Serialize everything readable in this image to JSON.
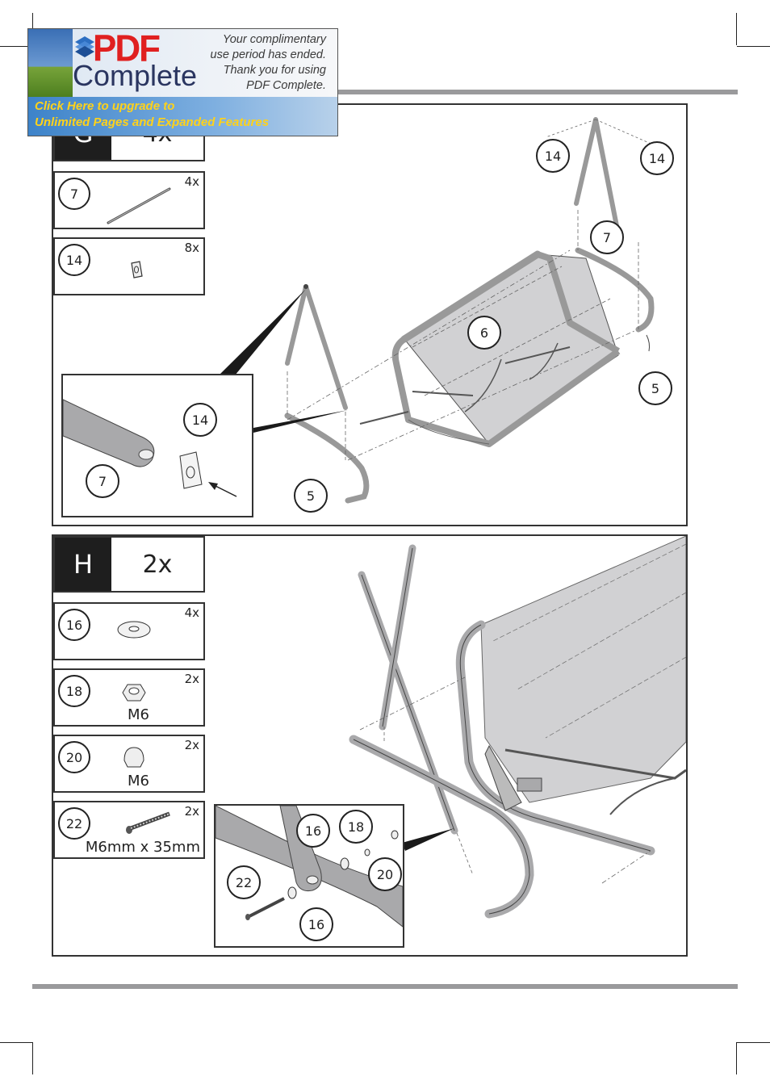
{
  "banner": {
    "logo_pdf": "PDF",
    "logo_complete": "Complete",
    "message_lines": [
      "Your complimentary",
      "use period has ended.",
      "Thank you for using",
      "PDF Complete."
    ],
    "cta_lines": [
      "Click Here to upgrade to",
      "Unlimited Pages and Expanded Features"
    ]
  },
  "step_g": {
    "letter": "G",
    "quantity": "4x",
    "parts": [
      {
        "num": "7",
        "qty": "4x",
        "label": ""
      },
      {
        "num": "14",
        "qty": "8x",
        "label": ""
      }
    ],
    "callouts": [
      "14",
      "14",
      "7",
      "6",
      "5",
      "5"
    ],
    "inset_callouts": [
      "14",
      "7"
    ]
  },
  "step_h": {
    "letter": "H",
    "quantity": "2x",
    "parts": [
      {
        "num": "16",
        "qty": "4x",
        "label": ""
      },
      {
        "num": "18",
        "qty": "2x",
        "label": "M6"
      },
      {
        "num": "20",
        "qty": "2x",
        "label": "M6"
      },
      {
        "num": "22",
        "qty": "2x",
        "label": "M6mm x 35mm"
      }
    ],
    "inset_callouts": [
      "16",
      "18",
      "20",
      "22",
      "16"
    ]
  },
  "colors": {
    "rule": "#9a9a9c",
    "step_header": "#1e1e1e",
    "fabric": "#cfcfd1",
    "tube": "#a9a9ab",
    "cta": "#ffd21a"
  }
}
